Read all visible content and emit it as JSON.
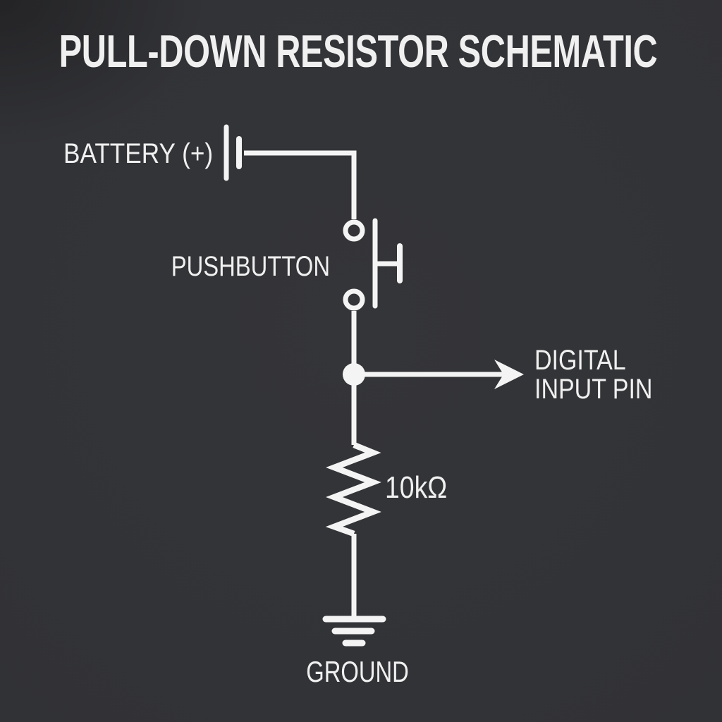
{
  "page": {
    "background_color": "#313236",
    "line_color": "#f4f4f4",
    "text_color": "#f0f0f0"
  },
  "title": "PULL-DOWN RESISTOR SCHEMATIC",
  "schematic": {
    "battery": {
      "label": "BATTERY (+)",
      "type": "battery positive terminal"
    },
    "pushbutton": {
      "label": "PUSHBUTTON",
      "type": "normally-open pushbutton switch"
    },
    "digital_input": {
      "line1": "DIGITAL",
      "line2": "INPUT PIN",
      "type": "signal tap with arrow"
    },
    "resistor": {
      "label": "10kΩ",
      "type": "pull-down resistor"
    },
    "ground": {
      "label": "GROUND",
      "type": "earth ground"
    }
  }
}
